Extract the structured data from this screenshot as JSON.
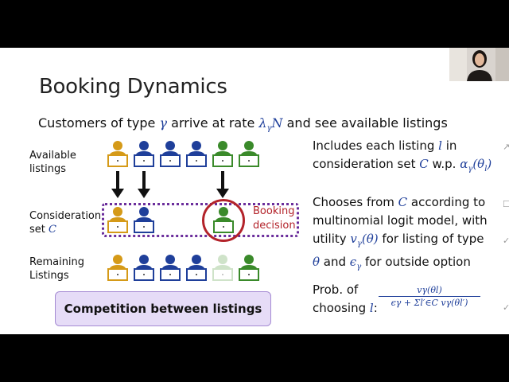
{
  "slide": {
    "title": "Booking Dynamics",
    "subtitle": {
      "part1": "Customers of type ",
      "gamma": "γ",
      "part2": " arrive at rate ",
      "rate": "λ",
      "rate_sub": "γ",
      "rate_N": "N",
      "part3": " and see available listings"
    },
    "row_labels": {
      "available_line1": "Available",
      "available_line2": "listings",
      "consideration_line1": "Consideration",
      "consideration_line2": "set ",
      "consideration_symbol": "C",
      "remaining_line1": "Remaining",
      "remaining_line2": "Listings"
    },
    "booking_decision": {
      "line1": "Booking",
      "line2": "decision"
    },
    "competition_label": "Competition between listings",
    "right_text": {
      "p1_line1a": "Includes each listing ",
      "p1_l": "l",
      "p1_line1b": " in",
      "p1_line2a": "consideration set ",
      "p1_C": "C",
      "p1_line2b": " w.p. ",
      "p1_alpha": "α",
      "p1_alpha_sub": "γ",
      "p1_alpha_arg": "(θ",
      "p1_alpha_arg_sub": "l",
      "p1_alpha_close": ")",
      "p2_line1a": "Chooses from ",
      "p2_C": "C",
      "p2_line1b": " according to",
      "p2_line2": "multinomial logit model, with",
      "p2_line3a": "utility ",
      "p2_v": "v",
      "p2_v_sub": "γ",
      "p2_v_arg": "(θ)",
      "p2_line3b": " for listing of type",
      "p2_theta": "θ",
      "p2_line4a": " and ",
      "p2_eps": "ϵ",
      "p2_eps_sub": "γ",
      "p2_line4b": " for outside option",
      "p3_line1": "Prob. of",
      "p3_line2a": "choosing ",
      "p3_l": "l",
      "p3_line2b": ":"
    },
    "formula": {
      "numerator": "vγ(θl)",
      "denominator": "ϵγ + Σl′∈C vγ(θl′)"
    }
  },
  "colors": {
    "gold": "#d59a18",
    "blue": "#1f3f9a",
    "green": "#3a8a2a",
    "light_green": "#cfe3c9",
    "purple_dotted": "#6b2e9c",
    "red": "#b3232a",
    "box_fill": "#e6dcf7"
  },
  "icons": {
    "person": "person-with-laptop-icon",
    "arrow": "down-arrow-icon"
  }
}
